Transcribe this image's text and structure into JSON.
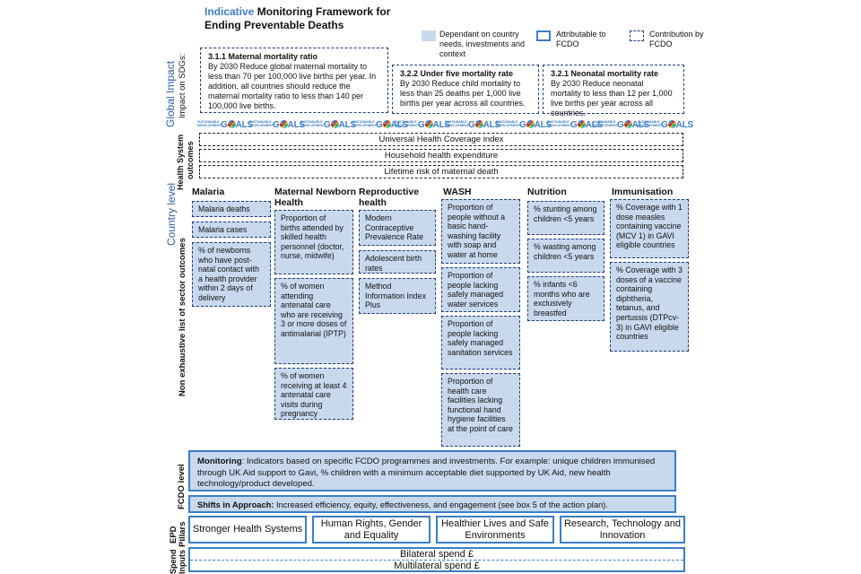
{
  "title": {
    "accent": "Indicative",
    "rest_line1": " Monitoring Framework for",
    "line2": "Ending Preventable Deaths"
  },
  "legend": [
    {
      "label": "Dependant on country needs, investments and context",
      "style": "filled",
      "color": "#c8d9ee"
    },
    {
      "label": "Attributable to FCDO",
      "style": "solid",
      "color": "#3a7dc9"
    },
    {
      "label": "Contribution by FCDO",
      "style": "dashed",
      "color": "#1f3d7a"
    }
  ],
  "side_labels": {
    "global_impact": "Global Impact",
    "impact_on_sdgs": "Impact on SDGs:",
    "health_system": "Health System",
    "outcomes": "outcomes",
    "country_level": "Country level",
    "non_exhaustive": "Non exhaustive list of sector outcomes",
    "fcdo_level": "FCDO level",
    "epd_pillars_1": "EPD",
    "epd_pillars_2": "Pillars",
    "spend_1": "Spend",
    "spend_2": "Inputs"
  },
  "sdg_targets": [
    {
      "heading": "3.1.1 Maternal mortality ratio",
      "text": "By 2030 Reduce global maternal mortality to less than 70 per 100,000 live births per year. In addition, all countries should reduce the maternal mortality ratio to less than 140 per 100,000 live births."
    },
    {
      "heading": "3.2.2 Under five mortality rate",
      "text": "By 2030 Reduce child mortality to less than 25 deaths per 1,000 live births per year across all countries."
    },
    {
      "heading": "3.2.1 Neonatal mortality rate",
      "text": "By 2030 Reduce neonatal mortality to less than 12 per 1,000 live births per year across all countries."
    }
  ],
  "sdg_logo": {
    "small": "SUSTAINABLE DEVELOPMENT",
    "big_pre": "G",
    "big_post": "ALS"
  },
  "health_system_outcomes": [
    "Universal Health Coverage index",
    "Household health expenditure",
    "Lifetime risk of maternal death"
  ],
  "sectors": [
    {
      "name": "Malaria",
      "indicators": [
        "Malaria deaths",
        "Malaria cases",
        "% of newborns who have post-natal contact with a health provider within 2 days of delivery"
      ]
    },
    {
      "name": "Maternal Newborn Health",
      "indicators": [
        "Proportion of births attended by skilled health personnel (doctor, nurse, midwife)",
        "% of women attending antenatal care who are receiving 3 or more doses of antimalarial (IPTP)",
        "% of women receiving at least 4 antenatal care visits during pregnancy"
      ]
    },
    {
      "name": "Reproductive health",
      "indicators": [
        "Modern Contraceptive Prevalence Rate",
        "Adolescent birth rates",
        "Method Information Index Plus"
      ]
    },
    {
      "name": "WASH",
      "indicators": [
        "Proportion of people without a basic hand-washing facility with soap and water at home",
        "Proportion of people lacking safely managed water services",
        "Proportion of people lacking safely managed sanitation services",
        "Proportion of health care facilities lacking functional hand hygiene facilities at the point of care"
      ]
    },
    {
      "name": "Nutrition",
      "indicators": [
        "% stunting among children <5 years",
        "% wasting among children <5 years",
        "% infants <6 months who are exclusively breastfed"
      ]
    },
    {
      "name": "Immunisation",
      "indicators": [
        "% Coverage with 1 dose measles containing vaccine (MCV 1) in GAVI eligible countries",
        "% Coverage with 3 doses of a vaccine containing diphtheria, tetanus, and pertussis (DTPcv-3) in GAVI eligible countries"
      ]
    }
  ],
  "fcdo": {
    "monitoring_label": "Monitoring",
    "monitoring_text": ": Indicators based on specific FCDO programmes and investments. For example: unique children immunised through UK Aid support to Gavi, % children with a minimum acceptable diet supported by UK Aid, new health technology/product developed.",
    "shifts_label": "Shifts in Approach:",
    "shifts_text": " Increased efficiency, equity, effectiveness, and engagement (see box 5 of the action plan)."
  },
  "pillars": [
    "Stronger Health Systems",
    "Human Rights, Gender and Equality",
    "Healthier Lives and Safe Environments",
    "Research, Technology and Innovation"
  ],
  "spend": [
    "Bilateral spend £",
    "Multilateral spend £"
  ],
  "colors": {
    "accent": "#3a7dc9",
    "box_fill": "#c8d9ee",
    "dashed_border": "#1f3d7a"
  }
}
